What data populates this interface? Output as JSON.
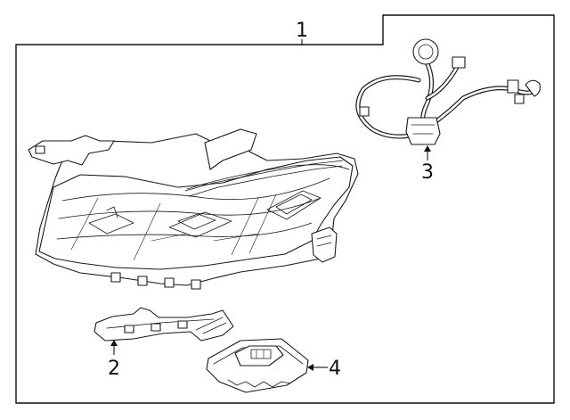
{
  "callouts": {
    "assembly": "1",
    "bracket": "2",
    "harness": "3",
    "module": "4"
  },
  "colors": {
    "line": "#1a1a1a",
    "background": "#ffffff"
  }
}
